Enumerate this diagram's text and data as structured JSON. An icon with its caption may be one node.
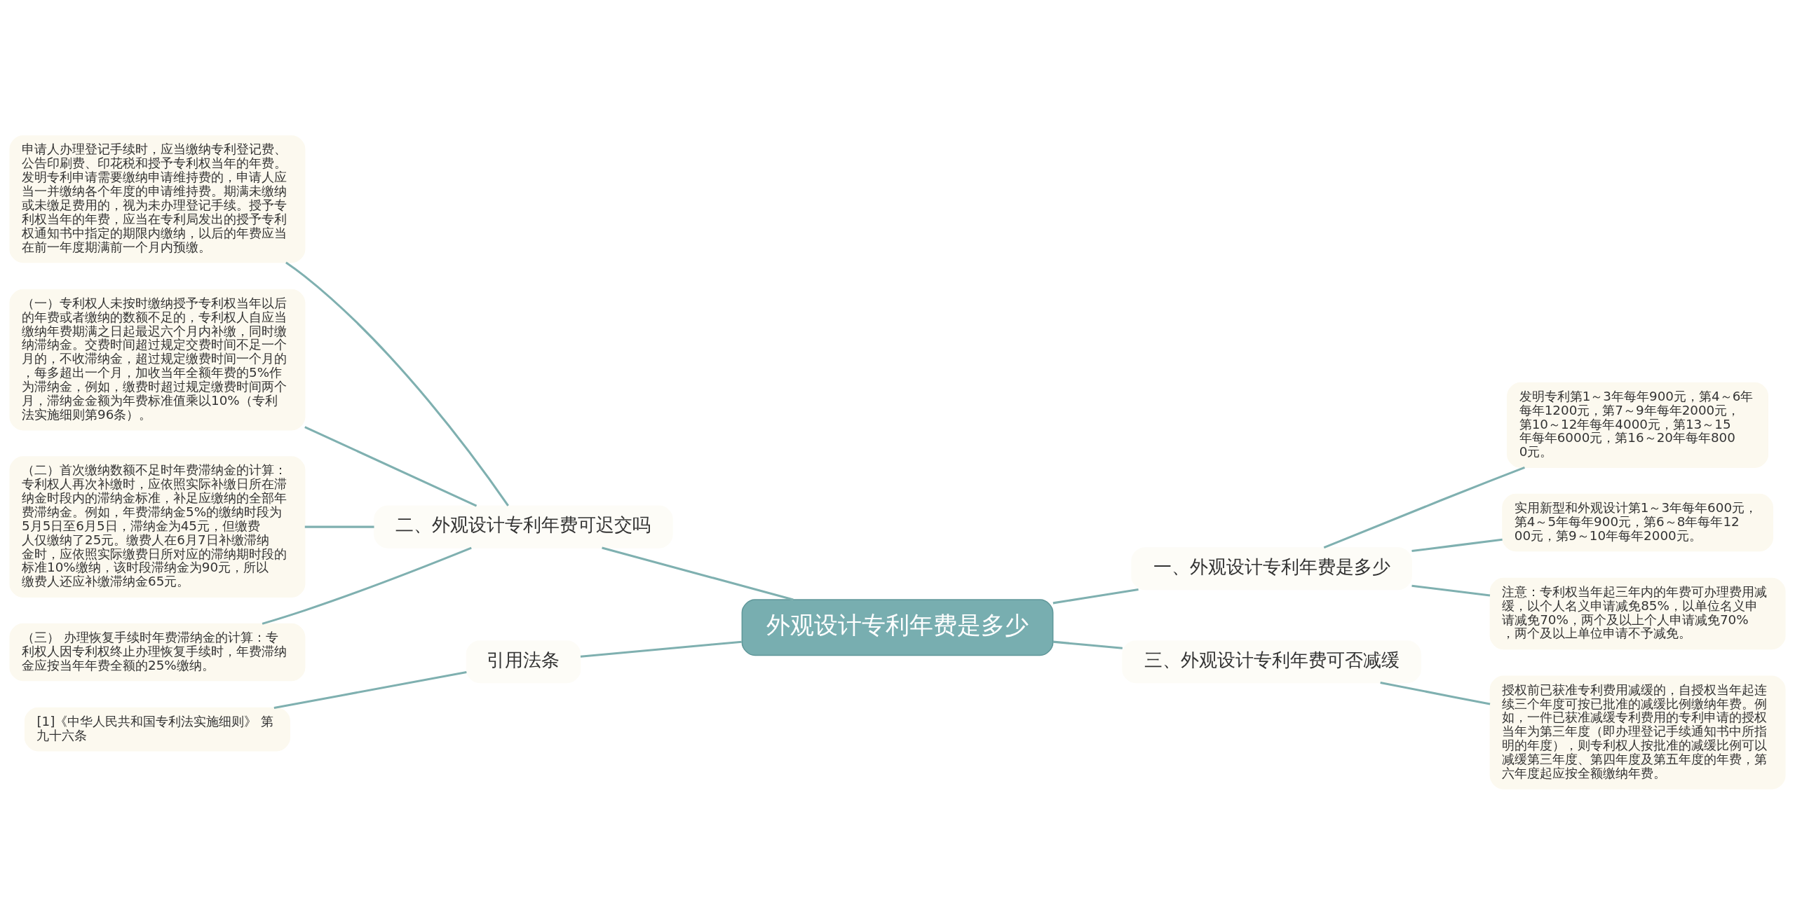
{
  "diagram": {
    "nodes": [
      {
        "text": [
          "外观设计专利年费是多少"
        ]
      },
      {
        "text": [
          "一、外观设计专利年费是多少"
        ]
      },
      {
        "text": [
          "发明专利第1～3年每年900元，第4～6年每年1200元，第7～9年每年2000元，第10～12年每年4000元，第13～15年每年6000元，第16～20年每年8000元。"
        ]
      },
      {
        "text": [
          "实用新型和外观设计第1～3年每年600元，第4～5年每年900元，第6～8年每年1200元，第9～10年每年2000元。"
        ]
      },
      {
        "text": [
          "注意：专利权当年起三年内的年费可办理费用减缓，以个人名义申请减免85%，以单位名义申请减免70%，两个及以上个人申请减免70%，两个及以上单位申请不予减免。"
        ]
      },
      {
        "text": [
          "二、外观设计专利年费可迟交吗"
        ]
      },
      {
        "text": [
          "申请人办理登记手续时，应当缴纳专利登记费、公告印刷费、印花税和授予专利权当年的年费。发明专利申请需要缴纳申请维持费的，申请人应当一并缴纳各个年度的申请维持费。期满未缴纳或未缴足费用的，视为未办理登记手续。授予专利权当年的年费，应当在专利局发出的授予专利权通知书中指定的期限内缴纳，以后的年费应当在前一年度期满前一个月内预缴。"
        ]
      },
      {
        "text": [
          "（一）专利权人未按时缴纳授予专利权当年以后的年费或者缴纳的数额不足的，专利权人自应当缴纳年费期满之日起最迟六个月内补缴，同时缴纳滞纳金。交费时间超过规定交费时间不足一个月的，不收滞纳金，超过规定缴费时间一个月的，每多超出一个月，加收当年全额年费的5%作为滞纳金，例如，缴费时超过规定缴费时间两个月，滞纳金金额为年费标准值乘以10%（专利法实施细则第96条）。"
        ]
      },
      {
        "text": [
          "（二）首次缴纳数额不足时年费滞纳金的计算：专利权人再次补缴时，应依照实际补缴日所在滞纳金时段内的滞纳金标准，补足应缴纳的全部年费滞纳金。例如，年费滞纳金5%的缴纳时段为5月5日至6月5日，滞纳金为45元，但缴费人仅缴纳了25元。缴费人在6月7日补缴滞纳金时，应依照实际缴费日所对应的滞纳期时段的标准10%缴纳，该时段滞纳金为90元，所以缴费人还应补缴滞纳金65元。"
        ]
      },
      {
        "text": [
          "（三） 办理恢复手续时年费滞纳金的计算：专利权人因专利权终止办理恢复手续时，年费滞纳金应按当年年费全额的25%缴纳。"
        ]
      },
      {
        "text": [
          "三、外观设计专利年费可否减缓"
        ]
      },
      {
        "text": [
          "授权前已获准专利费用减缓的，自授权当年起连续三个年度可按已批准的减缓比例缴纳年费。例如，一件已获准减缓专利费用的专利申请的授权当年为第三年度（即办理登记手续通知书中所指明的年度），则专利权人按批准的减缓比例可以减缓第三年度、第四年度及第五年度的年费，第六年度起应按全额缴纳年费。"
        ]
      },
      {
        "text": [
          "引用法条"
        ]
      },
      {
        "text": [
          "[1]《中华人民共和国专利法实施细则》 第九十六条"
        ]
      }
    ],
    "edges": [
      {
        "from": 0,
        "to": 1,
        "arrow": "none"
      },
      {
        "from": 1,
        "to": 2,
        "arrow": "none"
      },
      {
        "from": 1,
        "to": 3,
        "arrow": "none"
      },
      {
        "from": 1,
        "to": 4,
        "arrow": "none"
      },
      {
        "from": 0,
        "to": 5,
        "arrow": "none"
      },
      {
        "from": 5,
        "to": 6,
        "arrow": "none"
      },
      {
        "from": 5,
        "to": 7,
        "arrow": "none"
      },
      {
        "from": 5,
        "to": 8,
        "arrow": "none"
      },
      {
        "from": 5,
        "to": 9,
        "arrow": "none"
      },
      {
        "from": 0,
        "to": 10,
        "arrow": "none"
      },
      {
        "from": 10,
        "to": 11,
        "arrow": "none"
      },
      {
        "from": 0,
        "to": 12,
        "arrow": "none"
      },
      {
        "from": 12,
        "to": 13,
        "arrow": "none"
      }
    ]
  }
}
